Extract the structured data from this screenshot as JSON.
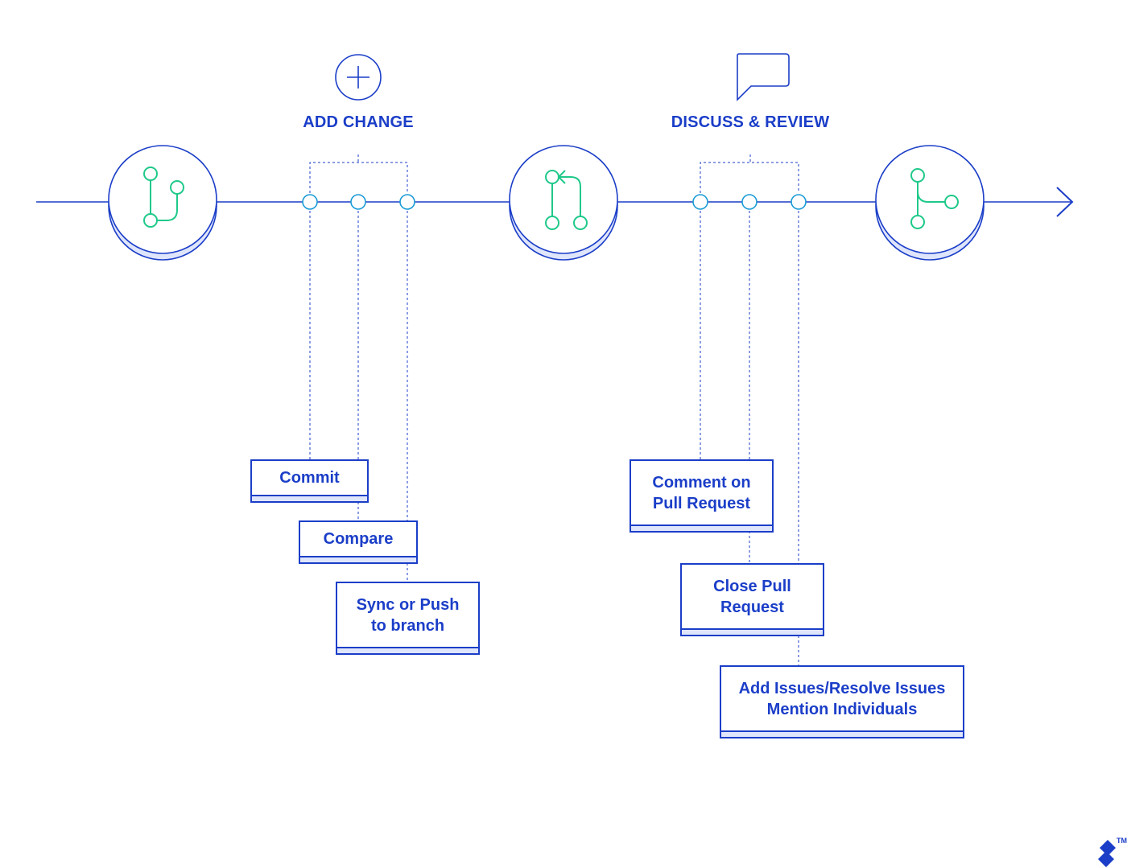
{
  "groups": {
    "add_change": {
      "title": "ADD CHANGE"
    },
    "discuss_review": {
      "title": "DISCUSS & REVIEW"
    }
  },
  "steps": {
    "commit": "Commit",
    "compare": "Compare",
    "sync_push": "Sync or Push\nto branch",
    "comment_pr": "Comment on\nPull Request",
    "close_pr": "Close Pull\nRequest",
    "issues": "Add Issues/Resolve Issues\nMention Individuals"
  },
  "icons": {
    "stage_1": "git-branch-icon",
    "stage_2": "pull-request-icon",
    "stage_3": "git-merge-icon",
    "add": "plus-circle-icon",
    "discuss": "speech-bubble-icon",
    "logo": "toptal-logo-icon"
  },
  "colors": {
    "primary": "#1b3ec8",
    "accent": "#1fc98a",
    "shadow": "#dfe5fb"
  }
}
